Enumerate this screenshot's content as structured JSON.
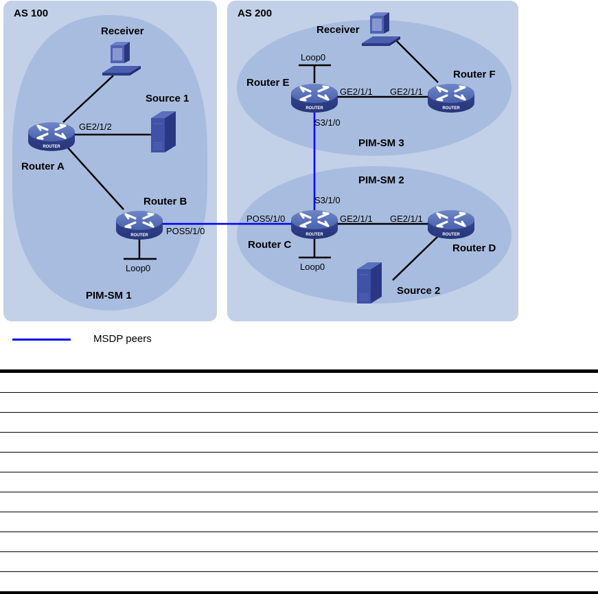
{
  "colors": {
    "as_background": "#c2d0e8",
    "pim_domain": "#a8bcdf",
    "msdp_link": "#0000ee",
    "normal_link": "#000000",
    "device_blue": "#3d4f9e"
  },
  "as_regions": [
    {
      "label": "AS 100"
    },
    {
      "label": "AS 200"
    }
  ],
  "pim_domains": [
    {
      "label": "PIM-SM 1"
    },
    {
      "label": "PIM-SM 2"
    },
    {
      "label": "PIM-SM 3"
    }
  ],
  "devices": {
    "router_a": {
      "label": "Router A",
      "badge": "ROUTER",
      "icon": "router-icon"
    },
    "router_b": {
      "label": "Router B",
      "badge": "ROUTER",
      "icon": "router-icon"
    },
    "router_c": {
      "label": "Router C",
      "badge": "ROUTER",
      "icon": "router-icon"
    },
    "router_d": {
      "label": "Router D",
      "badge": "ROUTER",
      "icon": "router-icon"
    },
    "router_e": {
      "label": "Router E",
      "badge": "ROUTER",
      "icon": "router-icon"
    },
    "router_f": {
      "label": "Router F",
      "badge": "ROUTER",
      "icon": "router-icon"
    },
    "receiver_1": {
      "label": "Receiver",
      "icon": "pc-icon"
    },
    "receiver_2": {
      "label": "Receiver",
      "icon": "pc-icon"
    },
    "source_1": {
      "label": "Source 1",
      "icon": "server-icon"
    },
    "source_2": {
      "label": "Source 2",
      "icon": "server-icon"
    }
  },
  "interfaces": {
    "a_ge": "GE2/1/2",
    "b_pos": "POS5/1/0",
    "b_loop": "Loop0",
    "c_pos": "POS5/1/0",
    "c_s": "S3/1/0",
    "c_ge": "GE2/1/1",
    "c_loop": "Loop0",
    "d_ge": "GE2/1/1",
    "e_ge": "GE2/1/1",
    "e_s": "S3/1/0",
    "e_loop": "Loop0",
    "f_ge": "GE2/1/1"
  },
  "legend": {
    "msdp_label": "MSDP peers"
  },
  "table": {
    "rows": [
      [
        "",
        ""
      ],
      [
        "",
        ""
      ],
      [
        "",
        ""
      ],
      [
        "",
        ""
      ],
      [
        "",
        ""
      ],
      [
        "",
        ""
      ],
      [
        "",
        ""
      ],
      [
        "",
        ""
      ],
      [
        "",
        ""
      ],
      [
        "",
        ""
      ],
      [
        "",
        ""
      ]
    ]
  }
}
